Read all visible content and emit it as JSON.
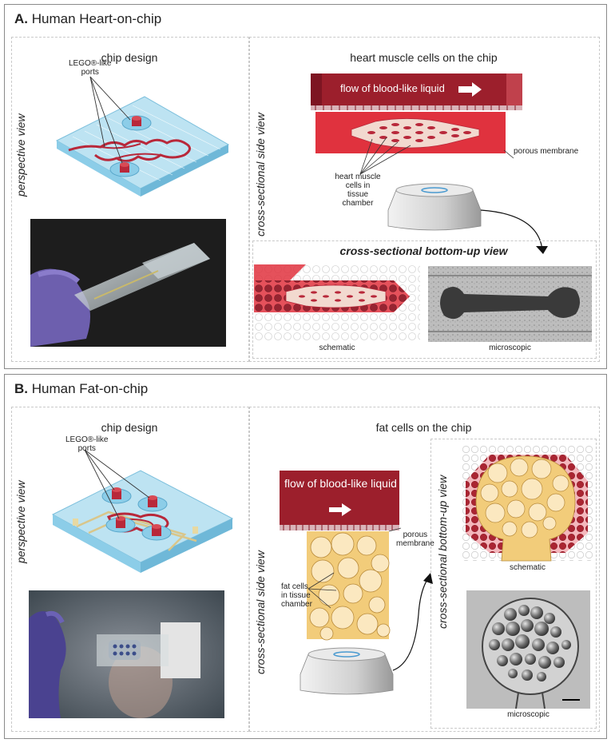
{
  "panel_a": {
    "letter": "A.",
    "title": "Human Heart-on-chip",
    "chip_design_title": "chip design",
    "perspective_label": "perspective view",
    "ports_label_line1": "LEGO®-like",
    "ports_label_line2": "ports",
    "cells_title": "heart muscle cells on the chip",
    "side_view_label": "cross-sectional side view",
    "flow_label": "flow of blood-like liquid",
    "membrane_label": "porous membrane",
    "cells_label_lines": [
      "heart muscle",
      "cells in",
      "tissue",
      "chamber"
    ],
    "bottom_view_label": "cross-sectional bottom-up view",
    "schematic_caption": "schematic",
    "microscopic_caption": "microscopic"
  },
  "panel_b": {
    "letter": "B.",
    "title": "Human Fat-on-chip",
    "chip_design_title": "chip design",
    "perspective_label": "perspective view",
    "ports_label_line1": "LEGO®-like",
    "ports_label_line2": "ports",
    "cells_title": "fat cells on the chip",
    "side_view_label": "cross-sectional side view",
    "flow_label": "flow of blood-like liquid",
    "membrane_label_line1": "porous",
    "membrane_label_line2": "membrane",
    "cells_label_lines": [
      "fat cells",
      "in tissue",
      "chamber"
    ],
    "bottom_view_label": "cross-sectional bottom-up view",
    "schematic_caption": "schematic",
    "microscopic_caption": "microscopic"
  },
  "colors": {
    "chip_blue": "#8ccde8",
    "channel_red": "#b8283a",
    "flow_dark_red": "#9c1f2c",
    "tissue_red": "#e0323e",
    "fat_yellow": "#f2cc7a",
    "glove_purple": "#6d5fae"
  }
}
